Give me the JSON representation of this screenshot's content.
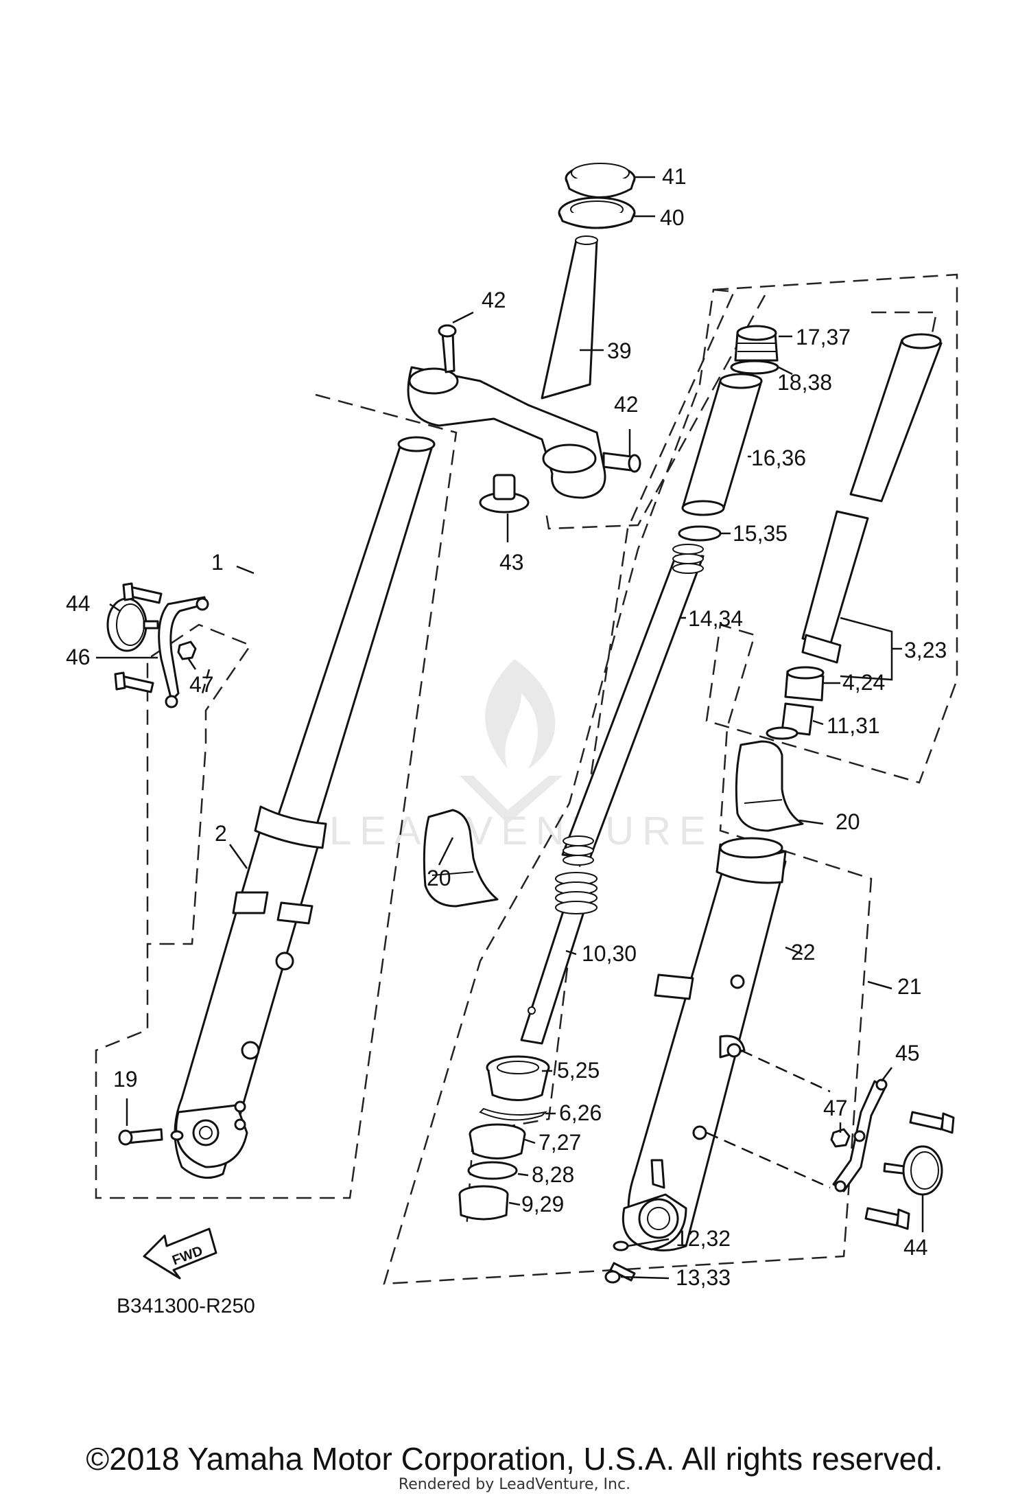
{
  "diagram": {
    "code": "B341300-R250",
    "fwd_label": "FWD",
    "watermark": "LEADVENTURE",
    "callouts": {
      "c41": "41",
      "c40": "40",
      "c42a": "42",
      "c42b": "42",
      "c39": "39",
      "c43": "43",
      "c1": "1",
      "c44a": "44",
      "c46": "46",
      "c47a": "47",
      "c2": "2",
      "c19": "19",
      "c20a": "20",
      "c20b": "20",
      "c17": "17,37",
      "c18": "18,38",
      "c16": "16,36",
      "c15": "15,35",
      "c14": "14,34",
      "c10": "10,30",
      "c5": "5,25",
      "c6": "6,26",
      "c7": "7,27",
      "c8": "8,28",
      "c9": "9,29",
      "c3": "3,23",
      "c4": "4,24",
      "c11": "11,31",
      "c22": "22",
      "c21": "21",
      "c45": "45",
      "c47b": "47",
      "c44b": "44",
      "c12": "12,32",
      "c13": "13,33"
    }
  },
  "footer": {
    "copyright": "©2018 Yamaha Motor Corporation, U.S.A. All rights reserved.",
    "rendered_by": "Rendered by LeadVenture, Inc."
  }
}
